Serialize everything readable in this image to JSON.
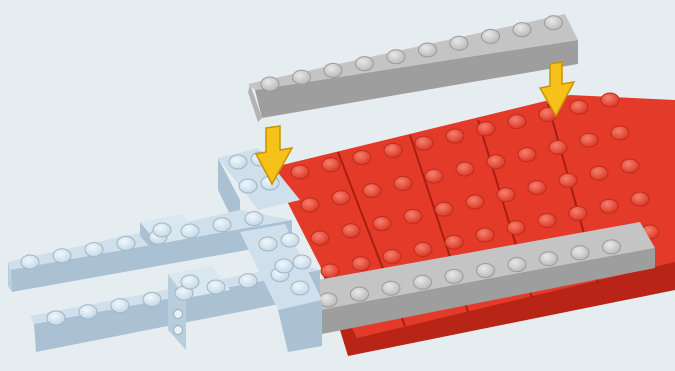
{
  "illustration": {
    "kind": "lego-build-step",
    "colors": {
      "background": "#e6edf0",
      "red_plate_top": "#e43a2a",
      "red_plate_side": "#b82516",
      "red_stud": "#ee5a48",
      "gray_brick_top": "#c4c4c4",
      "gray_brick_side": "#9e9e9e",
      "gray_stud": "#d6d6d6",
      "light_blue_top": "#cfe0ec",
      "light_blue_side": "#a9c1d3",
      "light_blue_stud": "#e1ecf4",
      "arrow_fill": "#f6c21a",
      "arrow_edge": "#c99300"
    },
    "arrows": [
      "down-arrow-left",
      "down-arrow-right"
    ]
  }
}
